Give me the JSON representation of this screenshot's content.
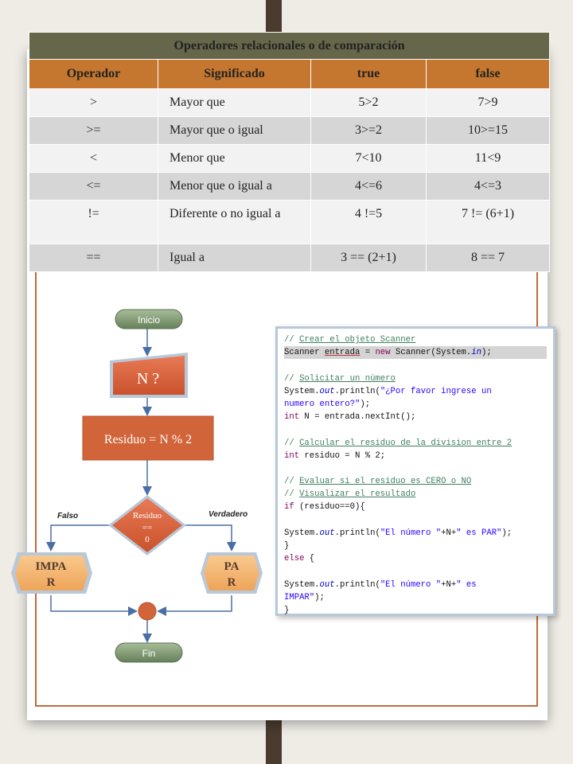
{
  "table": {
    "title": "Operadores relacionales o de comparación",
    "headers": [
      "Operador",
      "Significado",
      "true",
      "false"
    ],
    "rows": [
      {
        "op": ">",
        "sig": "Mayor que",
        "t": "5>2",
        "f": "7>9"
      },
      {
        "op": ">=",
        "sig": "Mayor que o igual",
        "t": "3>=2",
        "f": "10>=15"
      },
      {
        "op": "<",
        "sig": "Menor que",
        "t": "7<10",
        "f": "11<9"
      },
      {
        "op": "<=",
        "sig": "Menor que o igual a",
        "t": "4<=6",
        "f": "4<=3"
      },
      {
        "op": "!=",
        "sig": "Diferente o no igual a",
        "t": "4 !=5",
        "f": "7 != (6+1)"
      },
      {
        "op": "==",
        "sig": "Igual a",
        "t": "3  == (2+1)",
        "f": "8 == 7"
      }
    ]
  },
  "flowchart": {
    "start": "Inicio",
    "input": "N ?",
    "process": "Residuo = N % 2",
    "decision": [
      "Residuo",
      "==",
      "0"
    ],
    "false_label": "Falso",
    "true_label": "Verdadero",
    "out_false": [
      "IMPA",
      "R"
    ],
    "out_true": [
      "PA",
      "R"
    ],
    "end": "Fin",
    "colors": {
      "accent": "#d2643a",
      "pill": "#7e9670",
      "offpage": "#f3b36b"
    }
  },
  "code": {
    "l1": "Crear el objeto Scanner",
    "l2a": "Scanner ",
    "l2b": "entrada",
    "l2c": " = ",
    "l2d": "new",
    "l2e": " Scanner(System.",
    "l2f": "in",
    "l2g": ");",
    "l4": "Solicitar un número",
    "l5a": "System.",
    "l5b": "out",
    "l5c": ".println(",
    "l5d": "\"¿Por favor ingrese un",
    "l6a": "numero entero?\"",
    "l6b": ");",
    "l7a": "int",
    "l7b": " N = entrada.nextInt();",
    "l9": "Calcular el residuo de la division entre 2",
    "l10a": "int",
    "l10b": " residuo = N % 2;",
    "l12": "Evaluar si el residuo es CERO o NO",
    "l13": "Visualizar el resultado",
    "l14a": "if",
    "l14b": " (residuo==0){",
    "l16a": "System.",
    "l16b": "out",
    "l16c": ".println(",
    "l16d": "\"El número \"",
    "l16e": "+N+",
    "l16f": "\" es PAR\"",
    "l16g": ");",
    "l17": "}",
    "l18a": "else",
    "l18b": " {",
    "l20a": "System.",
    "l20b": "out",
    "l20c": ".println(",
    "l20d": "\"El número \"",
    "l20e": "+N+",
    "l20f": "\" es",
    "l21a": "IMPAR\"",
    "l21b": ");",
    "l22": "}",
    "slashes": "//"
  }
}
